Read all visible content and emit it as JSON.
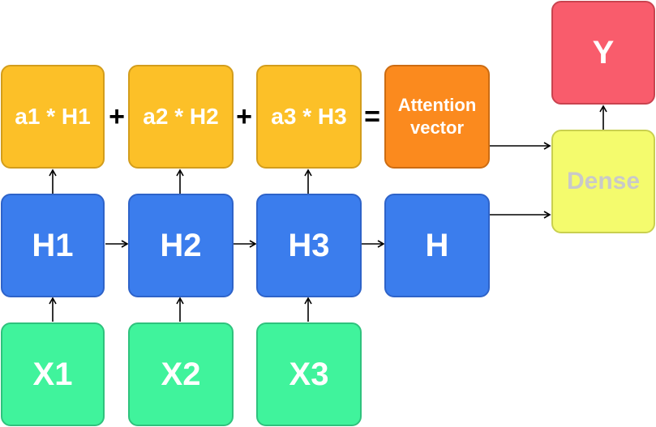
{
  "inputs": [
    "X1",
    "X2",
    "X3"
  ],
  "hidden": [
    "H1",
    "H2",
    "H3",
    "H"
  ],
  "weighted": [
    "a1 * H1",
    "a2 * H2",
    "a3 * H3"
  ],
  "operators": [
    "+",
    "+",
    "="
  ],
  "attention": {
    "line1": "Attention",
    "line2": "vector"
  },
  "dense": "Dense",
  "output": "Y",
  "colors": {
    "input": "#40f39c",
    "hidden": "#3b7ded",
    "weighted": "#fcc028",
    "attention": "#fb8a1e",
    "dense": "#f4fb6d",
    "output": "#f95c6c"
  }
}
